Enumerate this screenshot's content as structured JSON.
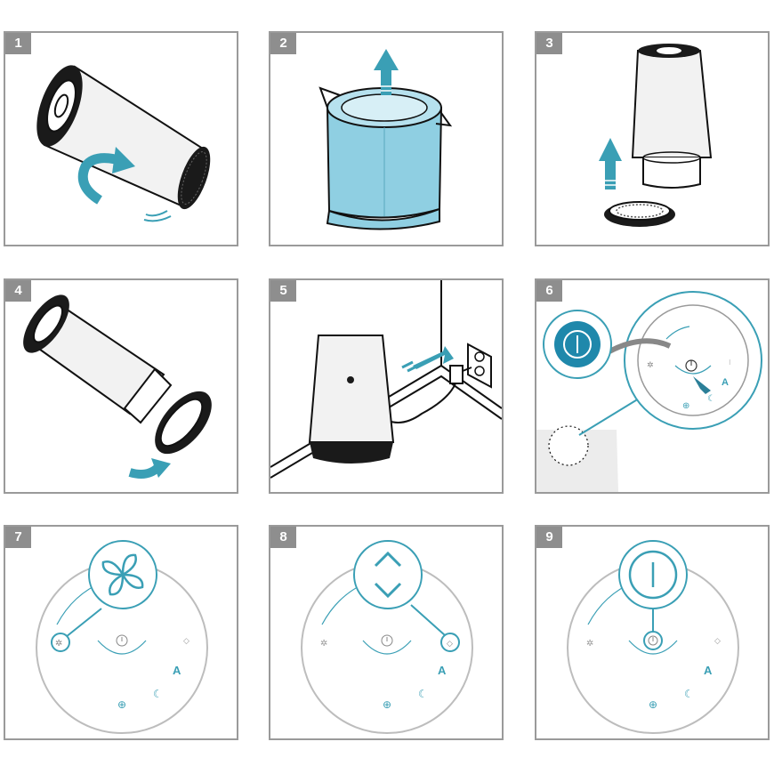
{
  "steps": [
    {
      "number": "1"
    },
    {
      "number": "2"
    },
    {
      "number": "3"
    },
    {
      "number": "4"
    },
    {
      "number": "5"
    },
    {
      "number": "6"
    },
    {
      "number": "7"
    },
    {
      "number": "8"
    },
    {
      "number": "9"
    }
  ],
  "control_panel": {
    "auto_label": "A"
  },
  "colors": {
    "accent": "#3a9fb5",
    "filter_bag": "#8fcfe2",
    "frame": "#9a9a9a",
    "badge": "#8e8e8e",
    "device_body": "#f2f2f2"
  }
}
